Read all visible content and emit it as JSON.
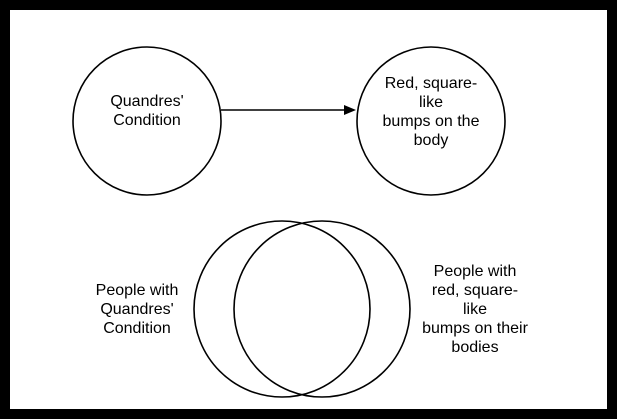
{
  "colors": {
    "background": "#ffffff",
    "border": "#000000",
    "stroke": "#000000"
  },
  "top_diagram": {
    "cause_node": {
      "lines": [
        "Quandres'",
        "Condition"
      ]
    },
    "effect_node": {
      "lines": [
        "Red, square-",
        "like",
        "bumps on the",
        "body"
      ]
    },
    "edge": {
      "from": "cause_node",
      "to": "effect_node",
      "type": "arrow"
    }
  },
  "venn_diagram": {
    "left_set": {
      "lines": [
        "People with",
        "Quandres'",
        "Condition"
      ]
    },
    "right_set": {
      "lines": [
        "People with",
        "red, square-",
        "like",
        "bumps on their",
        "bodies"
      ]
    }
  }
}
